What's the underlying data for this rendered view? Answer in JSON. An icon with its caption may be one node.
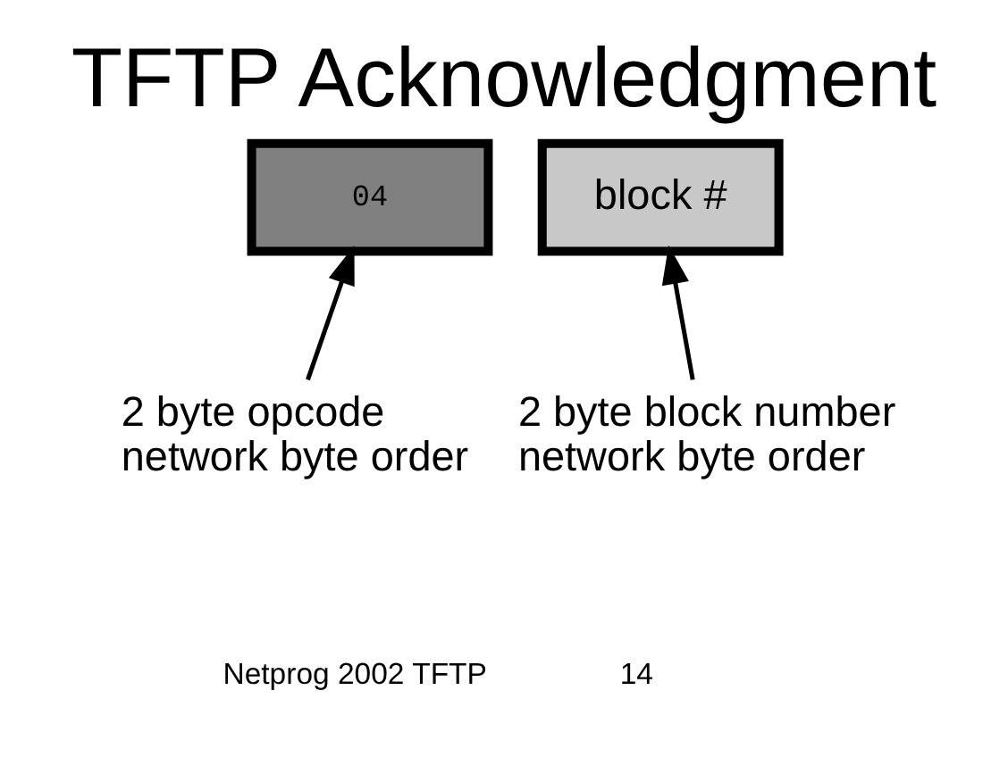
{
  "diagram": {
    "title": "TFTP Acknowledgment",
    "nodes": [
      {
        "text": [
          "04"
        ]
      },
      {
        "text": [
          "block #"
        ]
      },
      {
        "text": [
          "2 byte opcode network byte order"
        ]
      },
      {
        "text": [
          "2 byte block number network byte order"
        ]
      }
    ],
    "edges": [
      {
        "from": 2,
        "to": 0,
        "arrow": "to"
      },
      {
        "from": 3,
        "to": 1,
        "arrow": "to"
      }
    ],
    "labels": [
      "Netprog 2002 TFTP",
      "14"
    ]
  }
}
